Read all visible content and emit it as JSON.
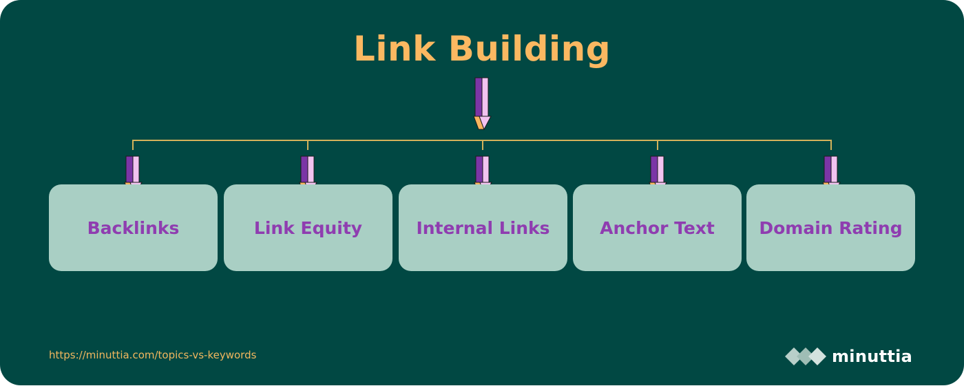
{
  "title": "Link Building",
  "nodes": [
    {
      "label": "Backlinks"
    },
    {
      "label": "Link Equity"
    },
    {
      "label": "Internal Links"
    },
    {
      "label": "Anchor Text"
    },
    {
      "label": "Domain Rating"
    }
  ],
  "footer": {
    "url": "https://minuttia.com/topics-vs-keywords",
    "brand": "minuttia"
  },
  "colors": {
    "background": "#014843",
    "title": "#fbb861",
    "node_fill": "#a9cfc4",
    "node_text": "#8f3db0",
    "connector": "#d4b25a",
    "arrow_dark": "#7b35a6",
    "arrow_light": "#f2c3f0",
    "arrow_tip": "#f8b55e",
    "url_text": "#f2b75e",
    "logo": "#b8cfc9"
  }
}
